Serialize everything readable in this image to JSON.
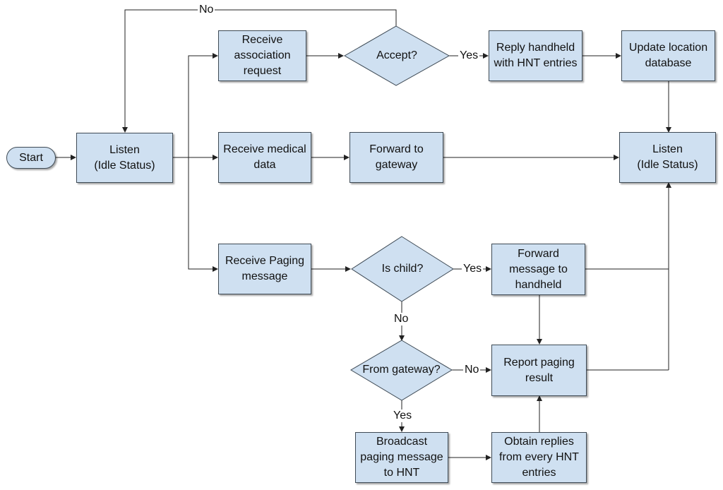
{
  "nodes": {
    "start": "Start",
    "listen_left": "Listen\n(Idle Status)",
    "receive_association": "Receive\nassociation\nrequest",
    "accept": "Accept?",
    "reply_handheld": "Reply handheld\nwith HNT entries",
    "update_location": "Update location\ndatabase",
    "receive_medical": "Receive medical\ndata",
    "forward_gateway": "Forward to\ngateway",
    "listen_right": "Listen\n(Idle Status)",
    "receive_paging": "Receive Paging\nmessage",
    "is_child": "Is child?",
    "forward_handheld": "Forward\nmessage to\nhandheld",
    "from_gateway": "From gateway?",
    "report_paging": "Report paging\nresult",
    "broadcast_paging": "Broadcast\npaging message\nto HNT",
    "obtain_replies": "Obtain replies\nfrom every HNT\nentries"
  },
  "edge_labels": {
    "accept_no": "No",
    "accept_yes": "Yes",
    "is_child_yes": "Yes",
    "is_child_no": "No",
    "from_gateway_no": "No",
    "from_gateway_yes": "Yes"
  }
}
